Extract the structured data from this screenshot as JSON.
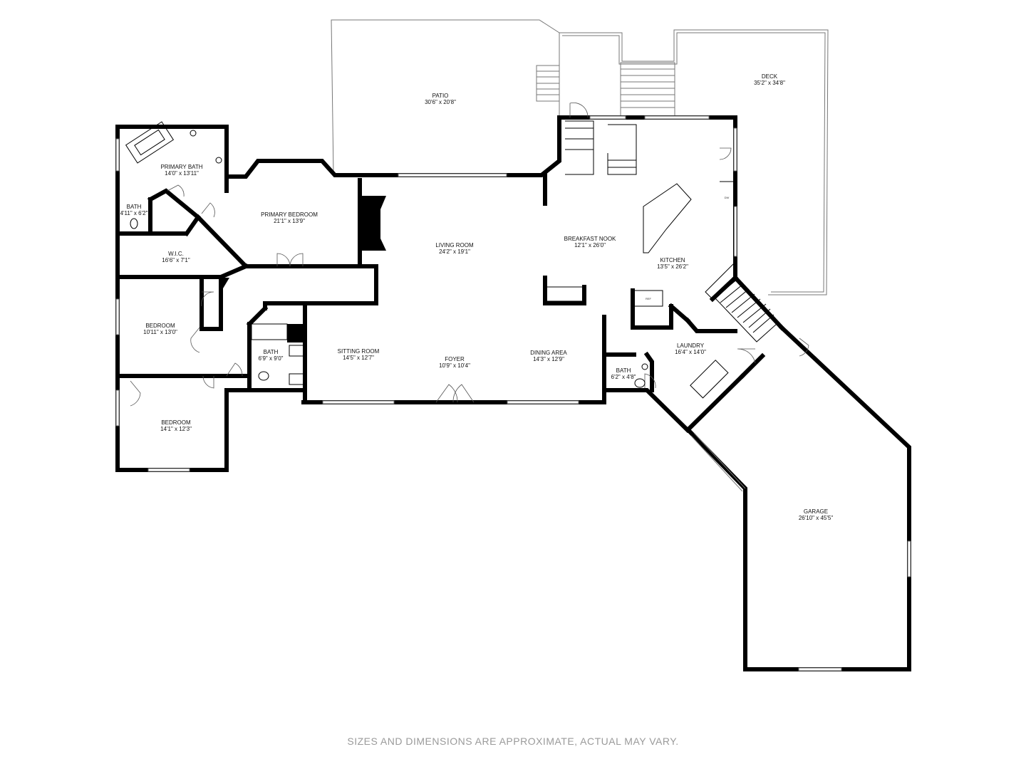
{
  "rooms": [
    {
      "id": "patio",
      "name": "PATIO",
      "dims": "30'6\" x 20'8\""
    },
    {
      "id": "deck",
      "name": "DECK",
      "dims": "35'2\" x 34'8\""
    },
    {
      "id": "primary-bath",
      "name": "PRIMARY BATH",
      "dims": "14'0\" x 13'11\""
    },
    {
      "id": "bath-small",
      "name": "BATH",
      "dims": "4'11\" x 6'2\""
    },
    {
      "id": "primary-bedroom",
      "name": "PRIMARY BEDROOM",
      "dims": "21'1\" x 13'9\""
    },
    {
      "id": "wic",
      "name": "W.I.C.",
      "dims": "16'6\" x 7'1\""
    },
    {
      "id": "living-room",
      "name": "LIVING ROOM",
      "dims": "24'2\" x 19'1\""
    },
    {
      "id": "breakfast-nook",
      "name": "BREAKFAST NOOK",
      "dims": "12'1\" x 26'0\""
    },
    {
      "id": "kitchen",
      "name": "KITCHEN",
      "dims": "13'5\" x 26'2\""
    },
    {
      "id": "bedroom-1",
      "name": "BEDROOM",
      "dims": "10'11\" x 13'0\""
    },
    {
      "id": "bath-hall",
      "name": "BATH",
      "dims": "6'9\" x 9'0\""
    },
    {
      "id": "sitting-room",
      "name": "SITTING ROOM",
      "dims": "14'5\" x 12'7\""
    },
    {
      "id": "foyer",
      "name": "FOYER",
      "dims": "10'9\" x 10'4\""
    },
    {
      "id": "dining-area",
      "name": "DINING AREA",
      "dims": "14'3\" x 12'9\""
    },
    {
      "id": "laundry",
      "name": "LAUNDRY",
      "dims": "16'4\" x 14'0\""
    },
    {
      "id": "bath-half",
      "name": "BATH",
      "dims": "6'2\" x 4'8\""
    },
    {
      "id": "bedroom-2",
      "name": "BEDROOM",
      "dims": "14'1\" x 12'3\""
    },
    {
      "id": "garage",
      "name": "GARAGE",
      "dims": "26'10\" x 45'5\""
    }
  ],
  "appliances": {
    "refrigerator": "REF",
    "washer_dryer": "DW"
  },
  "disclaimer": "SIZES AND DIMENSIONS ARE APPROXIMATE, ACTUAL MAY VARY."
}
